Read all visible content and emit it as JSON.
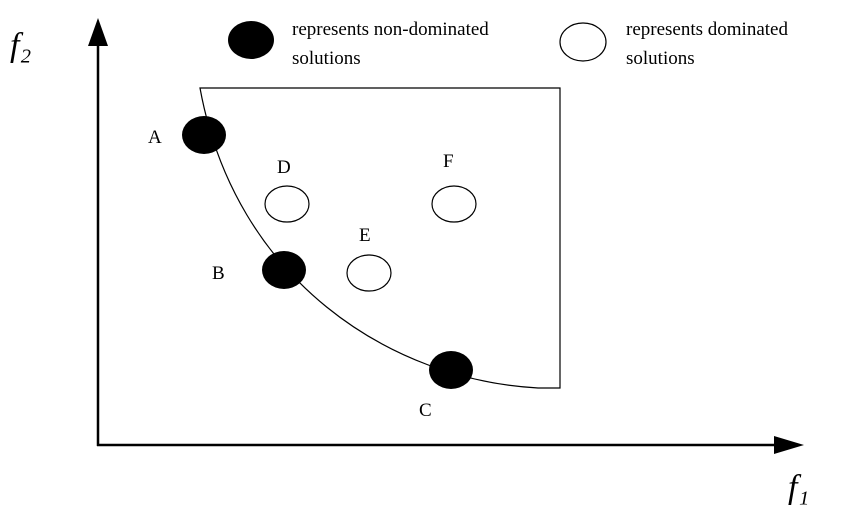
{
  "axes": {
    "x_label": "f₁",
    "y_label": "f₂"
  },
  "legend": {
    "non_dominated_line1": "represents non-dominated",
    "non_dominated_line2": "solutions",
    "dominated_line1": "represents dominated",
    "dominated_line2": "solutions"
  },
  "points": {
    "A": "A",
    "B": "B",
    "C": "C",
    "D": "D",
    "E": "E",
    "F": "F"
  },
  "colors": {
    "non_dominated_fill": "#000000",
    "dominated_fill": "#ffffff",
    "stroke": "#000000"
  }
}
